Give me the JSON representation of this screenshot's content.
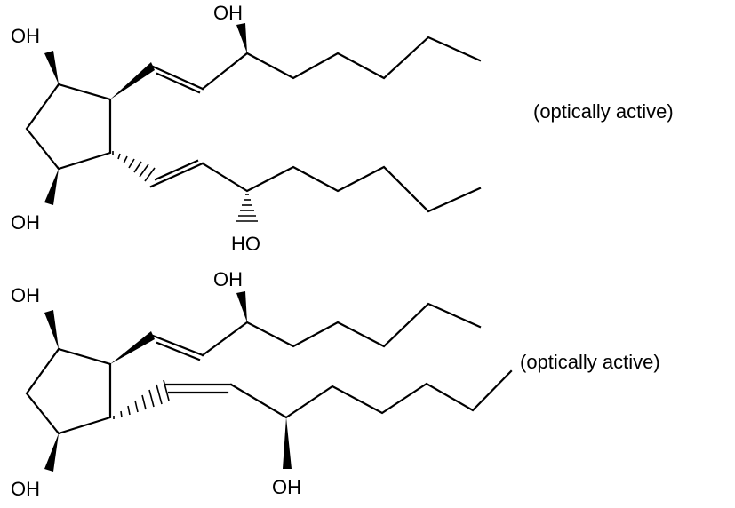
{
  "molecules": [
    {
      "labels": {
        "oh_ring_top": "OH",
        "oh_ring_bottom": "OH",
        "oh_chain_upper": "OH",
        "ho_chain_lower": "HO"
      },
      "note": "(optically active)"
    },
    {
      "labels": {
        "oh_ring_top": "OH",
        "oh_ring_bottom": "OH",
        "oh_chain_upper": "OH",
        "oh_chain_lower": "OH"
      },
      "note": "(optically active)"
    }
  ]
}
